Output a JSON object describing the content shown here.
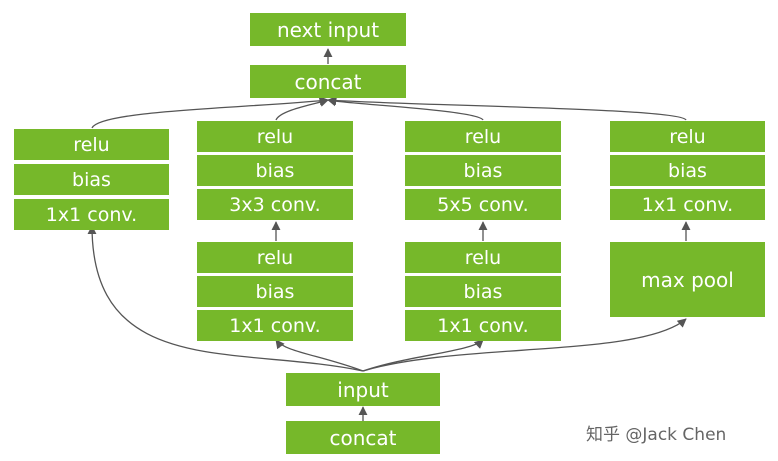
{
  "nodes": {
    "next_input": "next input",
    "top_concat": "concat",
    "input": "input",
    "bottom_concat": "concat",
    "branch1": {
      "relu": "relu",
      "bias": "bias",
      "conv": "1x1 conv."
    },
    "branch2": {
      "relu_top": "relu",
      "bias_top": "bias",
      "conv_top": "3x3 conv.",
      "relu_bottom": "relu",
      "bias_bottom": "bias",
      "conv_bottom": "1x1 conv."
    },
    "branch3": {
      "relu_top": "relu",
      "bias_top": "bias",
      "conv_top": "5x5 conv.",
      "relu_bottom": "relu",
      "bias_bottom": "bias",
      "conv_bottom": "1x1 conv."
    },
    "branch4": {
      "relu": "relu",
      "bias": "bias",
      "conv": "1x1 conv.",
      "pool": "max pool"
    }
  },
  "colors": {
    "box_fill": "#76b82a",
    "box_text": "#ffffff",
    "arrow": "#555555"
  },
  "watermark": "知乎 @Jack Chen"
}
